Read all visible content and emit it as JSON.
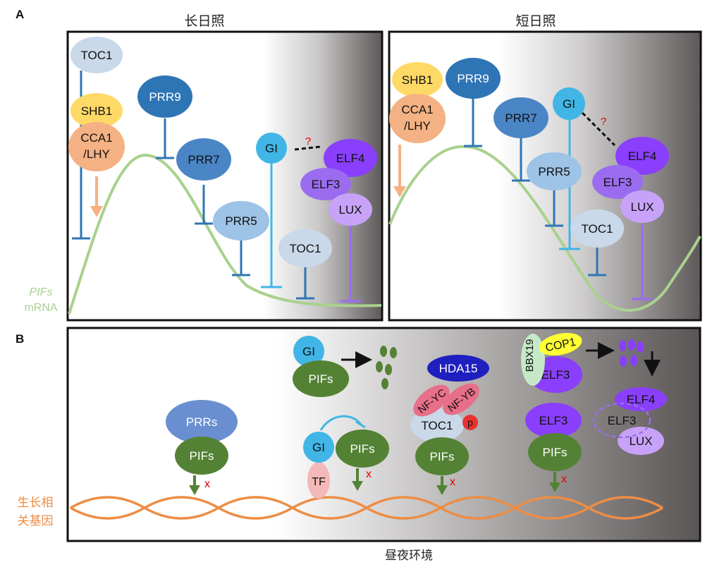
{
  "panel_a": {
    "letter": "A",
    "title_long_day": "长日照",
    "title_short_day": "短日照",
    "ylabel_gene": "PIFs",
    "ylabel_unit": "mRNA",
    "long_day": {
      "toc1": "TOC1",
      "shb1": "SHB1",
      "cca1_line1": "CCA1",
      "cca1_line2": "/LHY",
      "prr9": "PRR9",
      "prr7": "PRR7",
      "prr5": "PRR5",
      "gi": "GI",
      "question": "?",
      "elf4": "ELF4",
      "elf3": "ELF3",
      "lux": "LUX",
      "toc1_late": "TOC1"
    },
    "short_day": {
      "shb1": "SHB1",
      "cca1_line1": "CCA1",
      "cca1_line2": "/LHY",
      "prr9": "PRR9",
      "prr7": "PRR7",
      "gi": "GI",
      "question": "?",
      "prr5": "PRR5",
      "elf4": "ELF4",
      "elf3": "ELF3",
      "lux": "LUX",
      "toc1": "TOC1"
    }
  },
  "panel_b": {
    "letter": "B",
    "gene_label_line1": "生长相",
    "gene_label_line2": "关基因",
    "bottom_label": "昼夜环境",
    "prrs": "PRRs",
    "pifs": "PIFs",
    "gi": "GI",
    "tf": "TF",
    "hda15": "HDA15",
    "nfyc": "NF-YC",
    "nfyb": "NF-YB",
    "toc1": "TOC1",
    "p": "p",
    "bbx19": "BBX19",
    "cop1": "COP1",
    "elf3": "ELF3",
    "elf4": "ELF4",
    "lux": "LUX",
    "x": "x"
  },
  "colors": {
    "pifs_curve": "#a9d18e",
    "pifs_protein": "#548235",
    "prr_blue": "#2e75b6",
    "gi_cyan": "#41b6e6",
    "elf_purple": "#8a3ffc",
    "cca1_peach": "#f4b183",
    "shb1_yellow": "#ffd966",
    "toc1_pale": "#c9d9ea",
    "dna_orange": "#ed8d45",
    "repress_x": "#e00000"
  }
}
